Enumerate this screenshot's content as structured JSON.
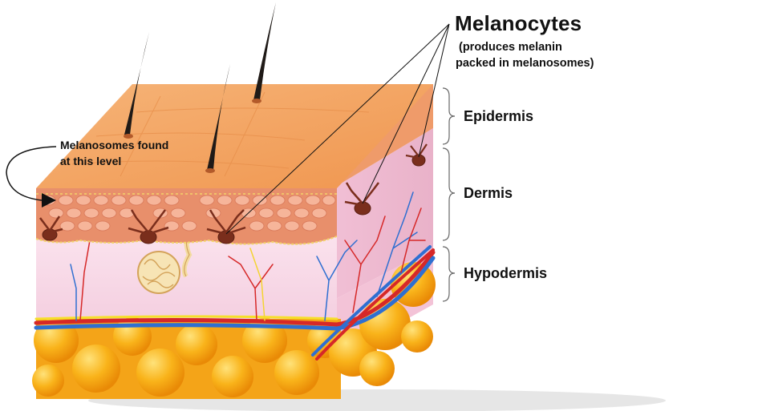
{
  "diagram": {
    "title": "Melanocytes",
    "subtitle_line1": "(produces melanin",
    "subtitle_line2": "packed in melanosomes)",
    "layers": [
      "Epidermis",
      "Dermis",
      "Hypodermis"
    ],
    "note_line1": "Melanosomes found",
    "note_line2": "at this level"
  },
  "colors": {
    "epidermis_top": "#f4a55c",
    "epidermis_cells": "#e9936d",
    "dermis": "#f9dbe8",
    "hypodermis_fat": "#f7a81b",
    "melanocyte": "#7a2e1c",
    "artery": "#d62828",
    "vein": "#2f6fd1",
    "hair": "#1f1a17"
  }
}
